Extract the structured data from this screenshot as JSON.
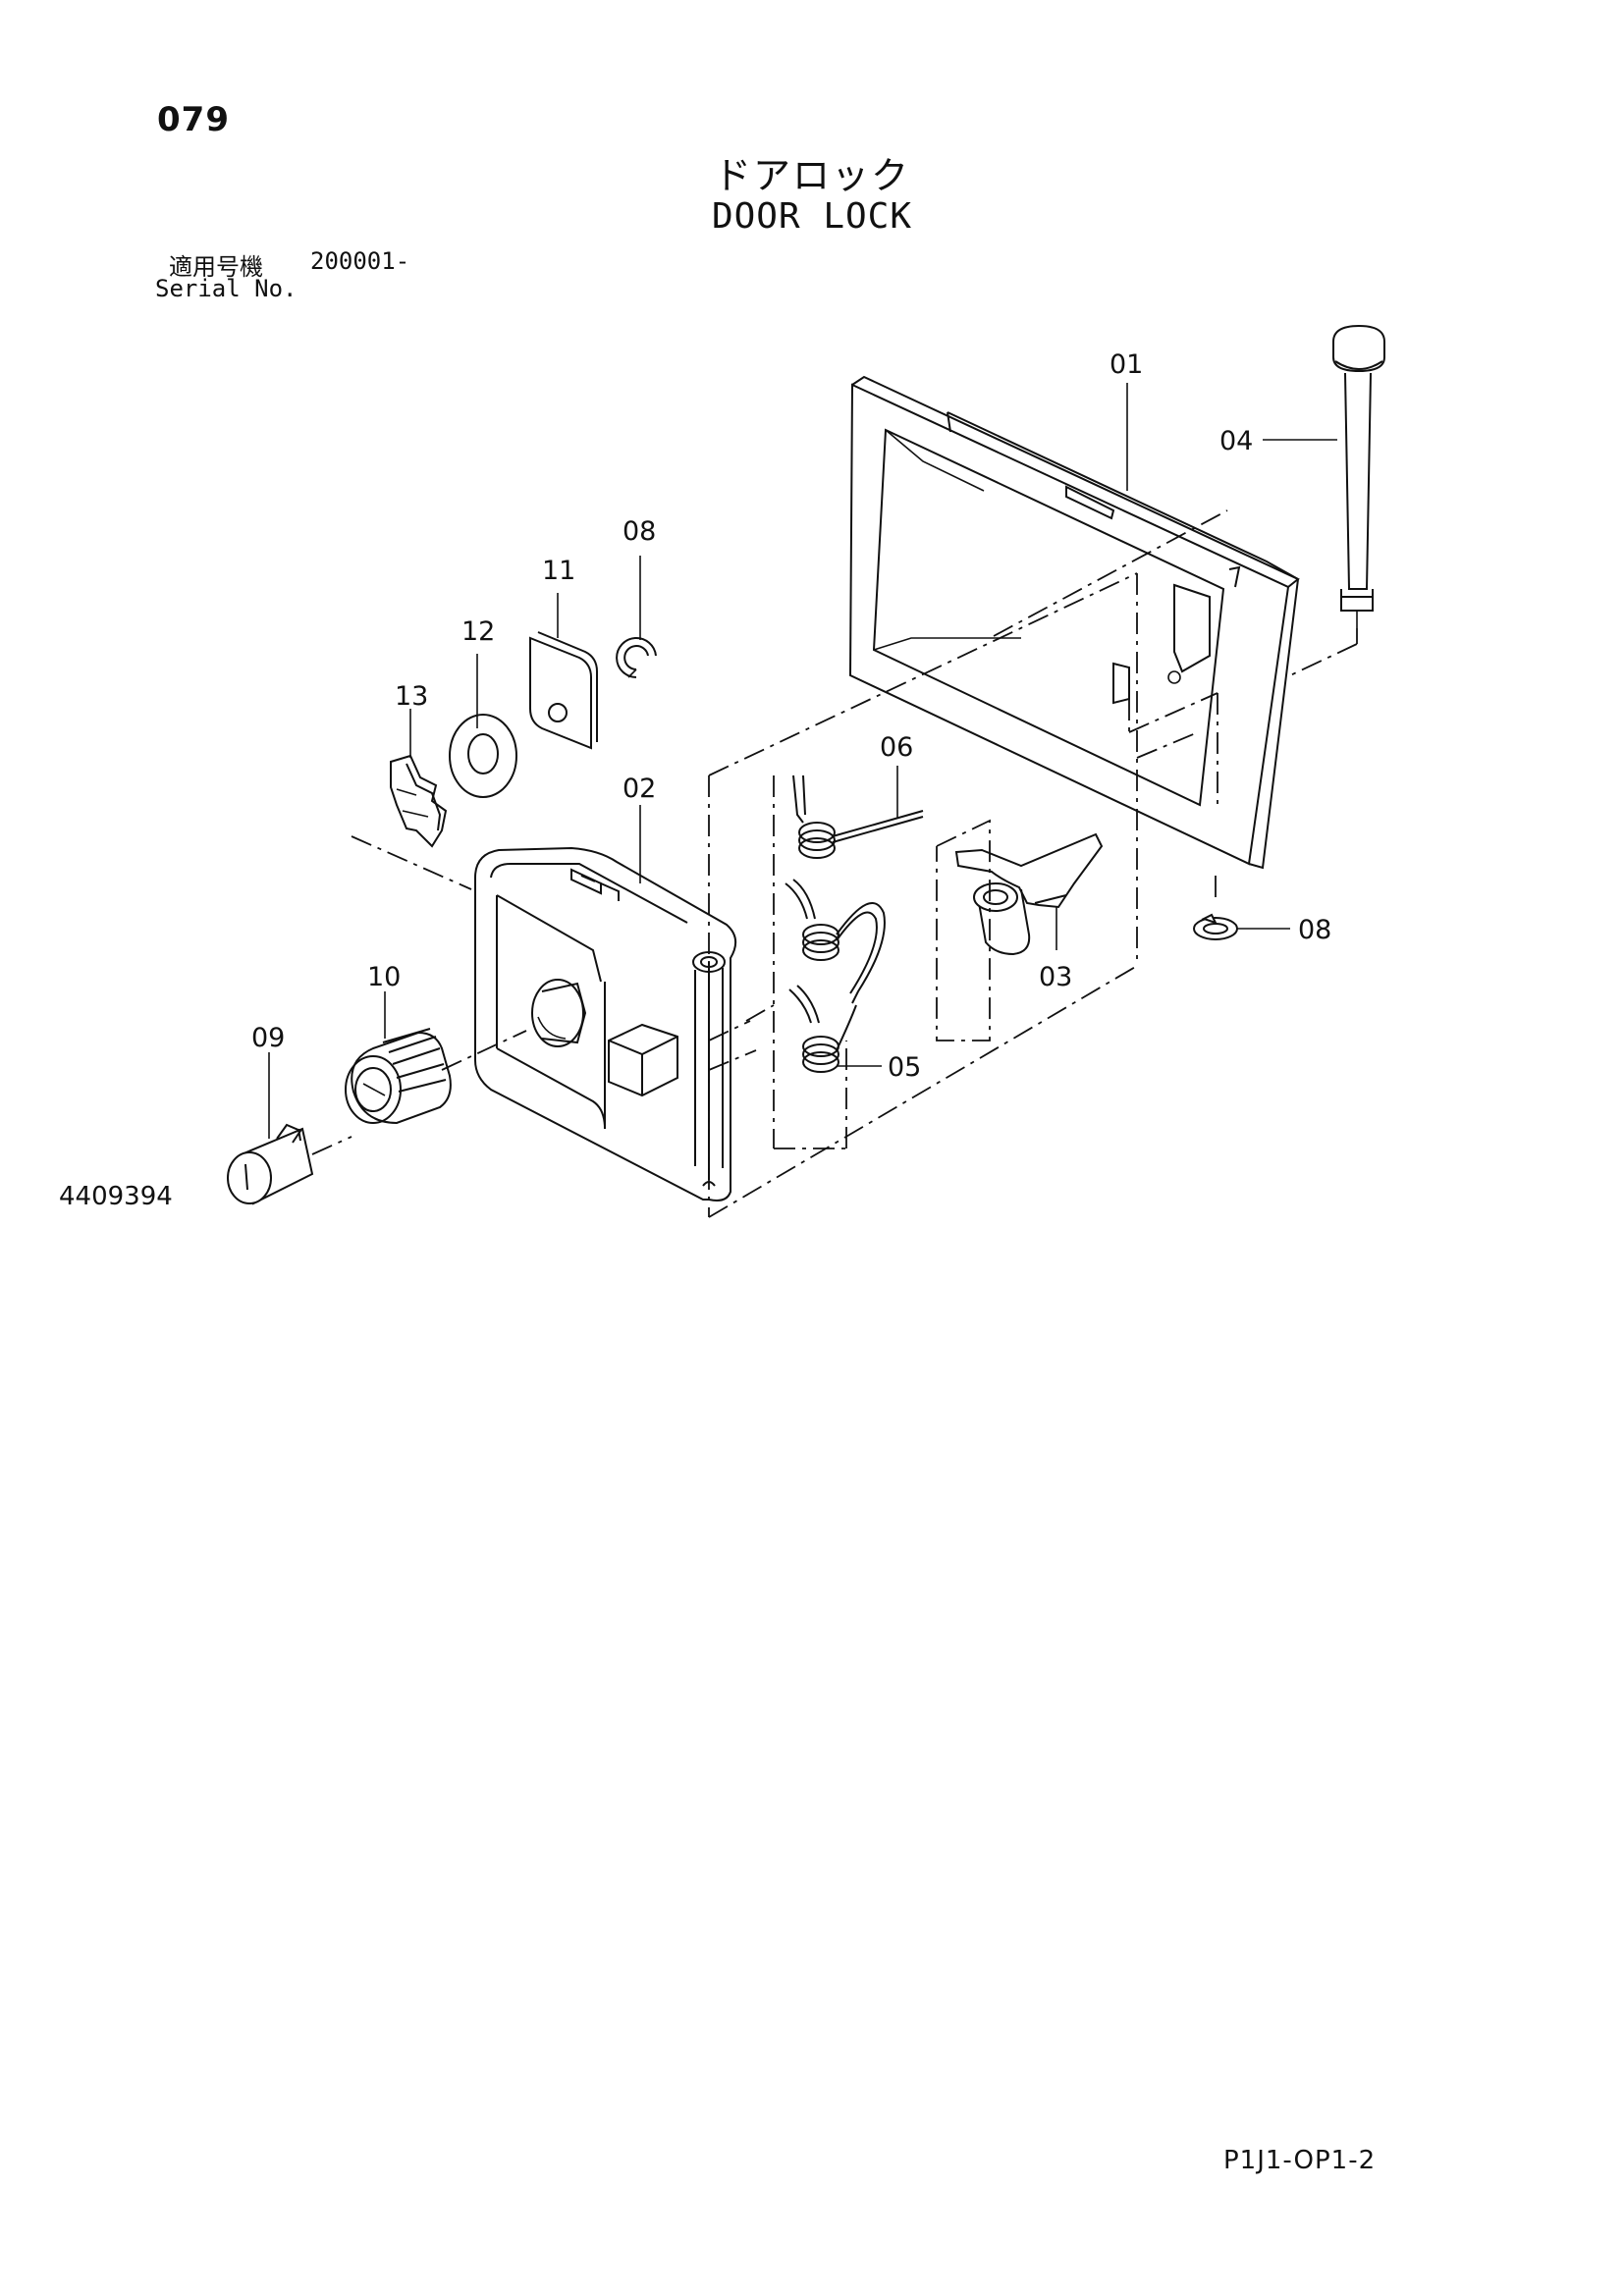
{
  "page_number": "079",
  "title_jp": "ドアロック",
  "title_en": "DOOR LOCK",
  "serial_label_jp": "適用号機",
  "serial_value": "200001-",
  "serial_label_en": "Serial No.",
  "drawing_number": "4409394",
  "footer_code": "P1J1-OP1-2",
  "callouts": {
    "c01": "01",
    "c02": "02",
    "c03": "03",
    "c04": "04",
    "c05": "05",
    "c06": "06",
    "c08a": "08",
    "c08b": "08",
    "c09": "09",
    "c10": "10",
    "c11": "11",
    "c12": "12",
    "c13": "13"
  }
}
